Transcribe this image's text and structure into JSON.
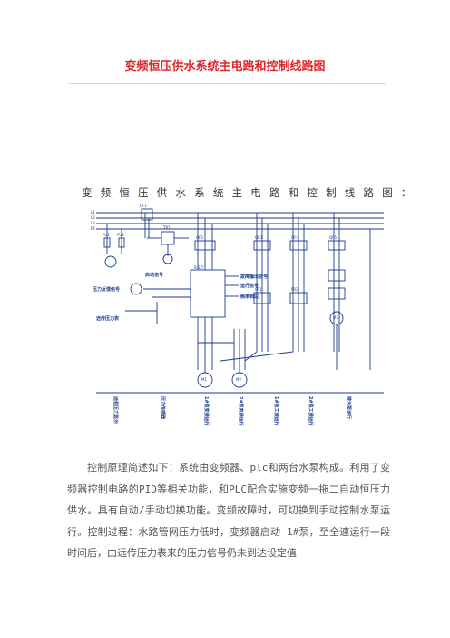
{
  "document": {
    "title": "变频恒压供水系统主电路和控制线路图",
    "diagram_heading": "变频恒压供水系统主电路和控制线路图：",
    "paragraph": "控制原理简述如下：系统由变频器、plc和两台水泵构成。利用了变频器控制电路的PID等相关功能，和PLC配合实施变频一拖二自动恒压力供水。具有自动/手动切换功能。变频故障时，可切换到手动控制水泵运行。控制过程：水路管网压力低时，变频器启动 1#泵，至全速运行一段时间后，由远传压力表来的压力信号仍未到达设定值"
  },
  "diagram": {
    "bus_labels": [
      "L1",
      "L2",
      "L3",
      "PE"
    ],
    "breakers": [
      "QF1",
      "QF2",
      "QF3",
      "QF4",
      "QF5"
    ],
    "labels": {
      "transformer": "TR1",
      "fuse1": "FU1",
      "fuse2": "FU2",
      "pressure_gauge": "压力表",
      "vfd_title": "R S T",
      "fault_signal": "故障输出信号",
      "alarm_signal": "运行信号",
      "freq_signal": "频率到达",
      "start_signal": "启动信号",
      "pressure_signal": "压力反馈信号",
      "remote_signal": "远传压力表",
      "motor1": "M1",
      "motor2": "M2",
      "motor3": "M3",
      "km_labels": [
        "KM1",
        "KM2",
        "KM3",
        "KM4"
      ],
      "fr_labels": [
        "FR1",
        "FR2"
      ],
      "plc": "PLC",
      "bottom_labels": [
        "远程压力显示",
        "压力传感器",
        "1#泵变频运行",
        "2#泵变频运行",
        "1#泵工频运行",
        "2#泵工频运行",
        "排污泵运行"
      ]
    }
  }
}
